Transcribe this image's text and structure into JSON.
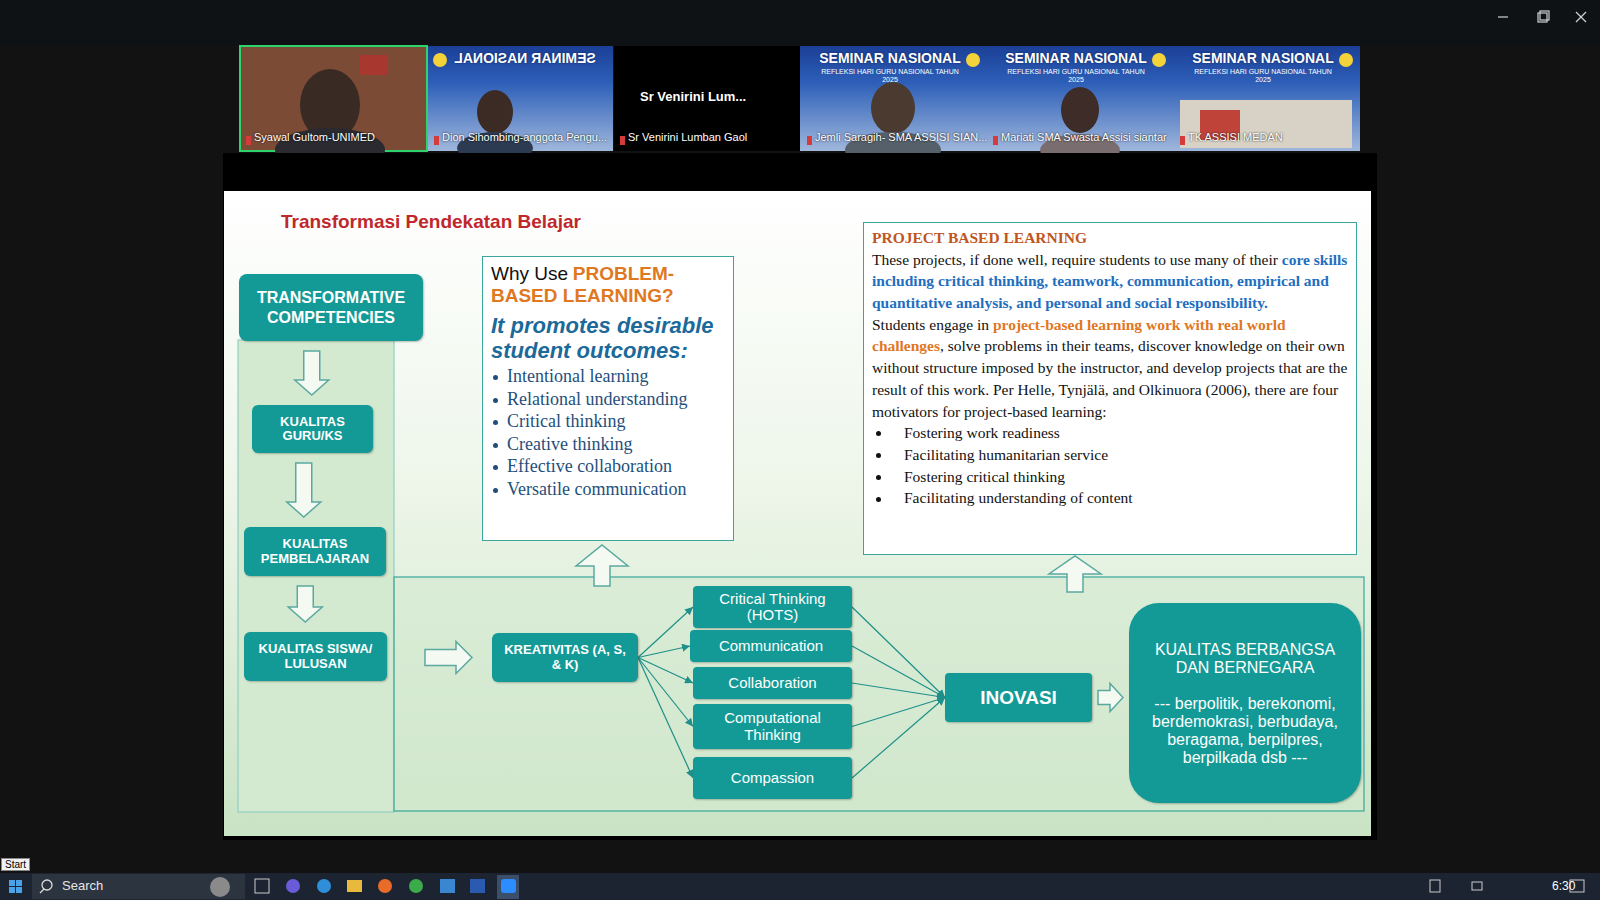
{
  "diagram": {
    "title": "Transformasi Pendekatan Belajar",
    "nodes": [
      {
        "text": [
          "TRANSFORMATIVE COMPETENCIES"
        ]
      },
      {
        "text": [
          "KUALITAS GURU/KS"
        ]
      },
      {
        "text": [
          "KUALITAS PEMBELAJARAN"
        ]
      },
      {
        "text": [
          "KUALITAS SISWA/ LULUSAN"
        ]
      },
      {
        "text": [
          "Why Use",
          "PROBLEM-BASED LEARNING?",
          "It promotes desirable student outcomes:",
          "Intentional learning",
          "Relational understanding",
          "Critical thinking",
          "Creative thinking",
          "Effective collaboration",
          "Versatile communication"
        ]
      },
      {
        "text": [
          "PROJECT BASED LEARNING",
          "These projects, if done well, require students to use many of their",
          "core skills including critical thinking, teamwork, communication, empirical and quantitative analysis, and personal and social responsibility.",
          "Students engage in",
          "project-based learning work with real world challenges",
          ", solve problems in their teams, discover knowledge on their own without structure imposed by the instructor, and develop projects that are the result of this work. Per Helle, Tynjälä, and Olkinuora (2006), there are four motivators for project-based learning:",
          "Fostering work readiness",
          "Facilitating humanitarian service",
          "Fostering critical thinking",
          "Facilitating understanding of content"
        ]
      },
      {
        "text": [
          "KREATIVITAS (A, S, & K)"
        ]
      },
      {
        "text": [
          "Critical Thinking (HOTS)"
        ]
      },
      {
        "text": [
          "Communication"
        ]
      },
      {
        "text": [
          "Collaboration"
        ]
      },
      {
        "text": [
          "Computational Thinking"
        ]
      },
      {
        "text": [
          "Compassion"
        ]
      },
      {
        "text": [
          "INOVASI"
        ]
      },
      {
        "text": [
          "KUALITAS BERBANGSA DAN BERNEGARA",
          "--- berpolitik, berekonomi, berdemokrasi, berbudaya, beragama, berpilpres, berpilkada dsb ---"
        ]
      }
    ],
    "edges": [
      {
        "from": 0,
        "to": 1,
        "arrow": "to"
      },
      {
        "from": 1,
        "to": 2,
        "arrow": "to"
      },
      {
        "from": 2,
        "to": 3,
        "arrow": "to"
      },
      {
        "from": 3,
        "to": 6,
        "arrow": "to"
      },
      {
        "from": 6,
        "to": 7,
        "arrow": "to"
      },
      {
        "from": 6,
        "to": 8,
        "arrow": "to"
      },
      {
        "from": 6,
        "to": 9,
        "arrow": "to"
      },
      {
        "from": 6,
        "to": 10,
        "arrow": "to"
      },
      {
        "from": 6,
        "to": 11,
        "arrow": "to"
      },
      {
        "from": 7,
        "to": 12,
        "arrow": "to"
      },
      {
        "from": 8,
        "to": 12,
        "arrow": "to"
      },
      {
        "from": 9,
        "to": 12,
        "arrow": "to"
      },
      {
        "from": 10,
        "to": 12,
        "arrow": "to"
      },
      {
        "from": 11,
        "to": 12,
        "arrow": "to"
      },
      {
        "from": 12,
        "to": 13,
        "arrow": "to"
      }
    ],
    "labels": [
      "Syawal Gultom-UNIMED",
      "Dion Sihombing-anggota Pengu...",
      "Sr Venirini Lum...",
      "Sr Venirini Lumban Gaol",
      "Jemli Saragih- SMA ASSISI SIAN...",
      "Mariati SMA Swasta Assisi siantar",
      "TK ASSISI MEDAN",
      "SEMINAR NASIONAL",
      "SEMINAR NASIONAL",
      "SEMINAR NASIONAL",
      "SEMINAR NASIONAL",
      "REFLEKSI HARI GURU NASIONAL TAHUN 2025",
      "REFLEKSI HARI GURU NASIONAL TAHUN 2025",
      "REFLEKSI HARI GURU NASIONAL TAHUN 2025",
      "Start",
      "Search",
      "6:30"
    ]
  }
}
